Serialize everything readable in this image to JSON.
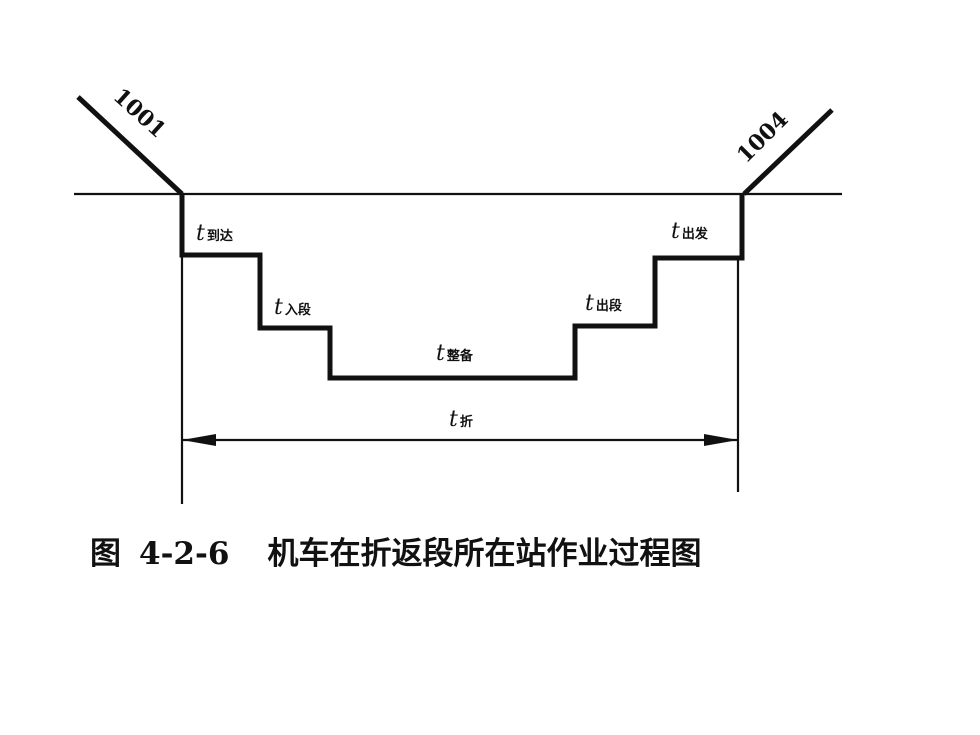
{
  "diagram": {
    "train_numbers": {
      "arrival": "1001",
      "departure": "1004"
    },
    "labels": {
      "arrival": {
        "t": "t",
        "sub": "到达"
      },
      "enter_depot": {
        "t": "t",
        "sub": "入段"
      },
      "prepare": {
        "t": "t",
        "sub": "整备"
      },
      "exit_depot": {
        "t": "t",
        "sub": "出段"
      },
      "depart": {
        "t": "t",
        "sub": "出发"
      },
      "turnaround": {
        "t": "t",
        "sub": "折"
      }
    }
  },
  "caption": {
    "prefix": "图",
    "number": "4-2-6",
    "title": "机车在折返段所在站作业过程图"
  }
}
